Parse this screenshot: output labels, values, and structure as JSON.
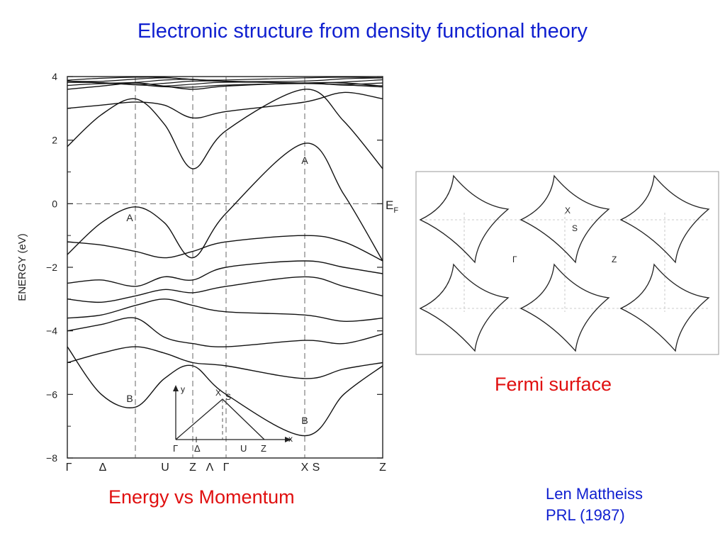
{
  "slide": {
    "title": "Electronic structure from density functional theory",
    "left_caption": "Energy vs Momentum",
    "right_caption": "Fermi surface",
    "reference_line1": "Len Mattheiss",
    "reference_line2": "PRL (1987)"
  },
  "band_plot": {
    "ylabel": "ENERGY (eV)",
    "fermi_label": "E",
    "fermi_subscript": "F",
    "k_labels": [
      "Γ",
      "Δ",
      "U",
      "Z",
      "Λ",
      "Γ",
      "X",
      "S",
      "Z"
    ],
    "band_labels": [
      "A",
      "A",
      "B",
      "B"
    ],
    "inset_labels": [
      "y",
      "x",
      "X",
      "S",
      "Γ",
      "Δ",
      "U",
      "Z"
    ]
  },
  "fermi_plot": {
    "labels": [
      "X",
      "S",
      "Γ",
      "Z"
    ]
  },
  "chart_data": {
    "type": "line",
    "title": "",
    "ylabel": "ENERGY (eV)",
    "ylim": [
      -8,
      4
    ],
    "yticks": [
      -8,
      -6,
      -4,
      -2,
      0,
      2,
      4
    ],
    "ytick_labels": [
      "−8",
      "−6",
      "−4",
      "−2",
      "0",
      "2",
      "4"
    ],
    "fermi_level": 0,
    "x_symmetry_points": [
      "Γ",
      "U",
      "Z",
      "Γ",
      "X",
      "Z"
    ],
    "x": [
      0,
      1,
      2,
      3,
      4,
      5,
      6,
      7,
      8
    ],
    "series": [
      {
        "values": [
          -5.0,
          -4.7,
          -4.5,
          -4.7,
          -5.0,
          -5.1,
          -5.5,
          -5.2,
          -5.0
        ]
      },
      {
        "values": [
          -4.5,
          -6.0,
          -6.4,
          -5.5,
          -5.1,
          -6.0,
          -7.3,
          -6.0,
          -5.1
        ]
      },
      {
        "values": [
          -4.0,
          -3.8,
          -3.6,
          -4.2,
          -4.4,
          -4.5,
          -4.3,
          -4.4,
          -4.1
        ]
      },
      {
        "values": [
          -3.6,
          -3.5,
          -3.2,
          -3.0,
          -3.2,
          -3.4,
          -3.5,
          -3.7,
          -3.6
        ]
      },
      {
        "values": [
          -3.0,
          -3.1,
          -2.9,
          -2.7,
          -2.8,
          -2.6,
          -2.3,
          -2.6,
          -2.9
        ]
      },
      {
        "values": [
          -2.5,
          -2.4,
          -2.6,
          -2.3,
          -2.4,
          -2.0,
          -1.8,
          -2.0,
          -2.2
        ]
      },
      {
        "values": [
          -1.6,
          -0.6,
          -0.1,
          -0.6,
          -1.7,
          -0.3,
          1.9,
          0.3,
          -1.8
        ]
      },
      {
        "values": [
          -1.2,
          -1.3,
          -1.5,
          -1.7,
          -1.5,
          -1.2,
          -1.0,
          -1.2,
          -1.8
        ]
      },
      {
        "values": [
          1.8,
          2.8,
          3.3,
          2.5,
          1.1,
          2.3,
          3.6,
          2.6,
          1.1
        ]
      },
      {
        "values": [
          3.0,
          3.1,
          3.2,
          3.1,
          2.7,
          2.9,
          3.2,
          3.5,
          3.3
        ]
      },
      {
        "values": [
          3.6,
          3.7,
          3.8,
          3.7,
          3.6,
          3.7,
          3.8,
          3.8,
          3.7
        ]
      }
    ]
  }
}
